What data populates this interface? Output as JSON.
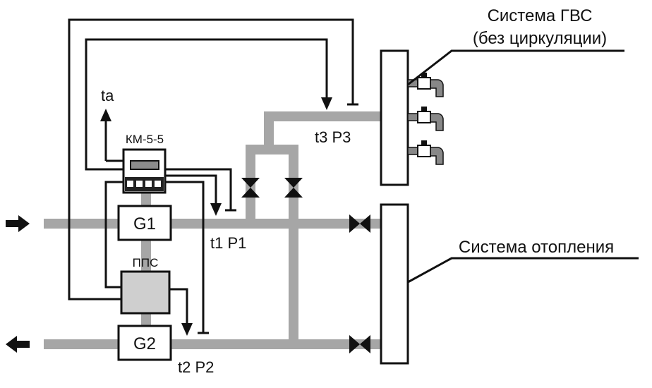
{
  "labels": {
    "dhw_system_line1": "Система ГВС",
    "dhw_system_line2": "(без циркуляции)",
    "heating_system": "Система отопления",
    "meter_model": "КМ-5-5",
    "outdoor_temp": "ta",
    "flowmeter_1": "G1",
    "flowmeter_2": "G2",
    "converter": "ППС",
    "sensor_1": "t1 P1",
    "sensor_2": "t2 P2",
    "sensor_3": "t3 P3"
  },
  "colors": {
    "pipe": "#a6a6a6",
    "converter_fill": "#cfcfcf",
    "meter_display": "#8c8c8c",
    "line": "#111111"
  }
}
